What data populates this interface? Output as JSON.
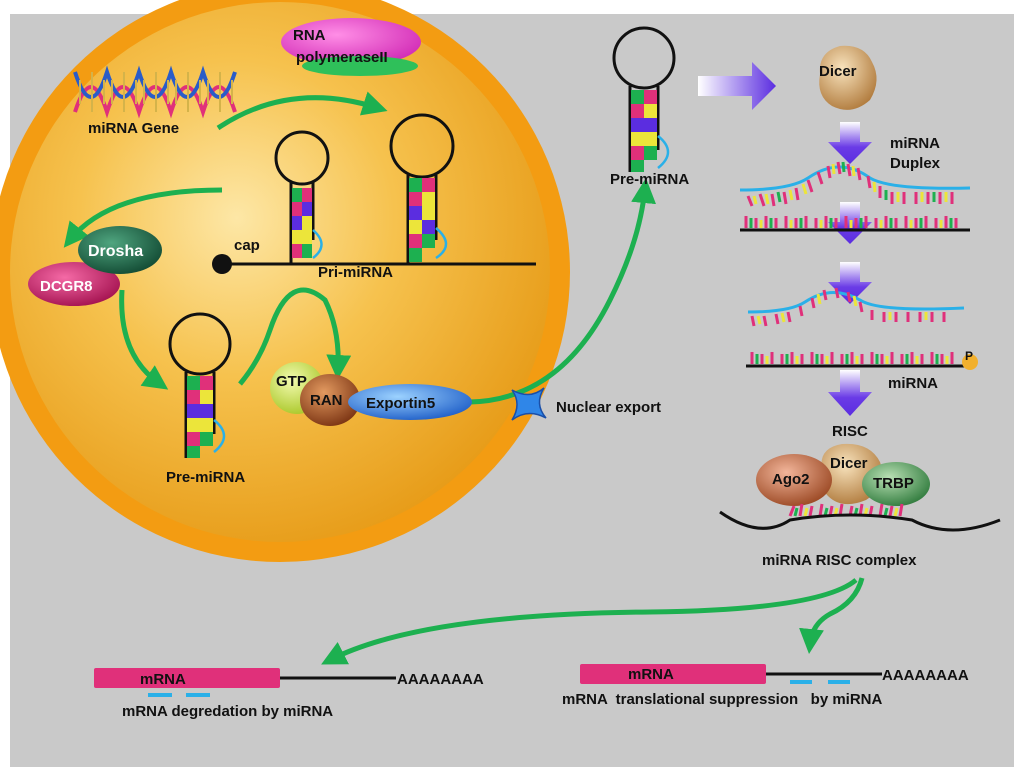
{
  "nucleus": {
    "mirna_gene": "miRNA Gene",
    "rna_polymerase_line1": "RNA",
    "rna_polymerase_line2": "polymeraseII",
    "cap": "cap",
    "pri_mirna": "Pri-miRNA",
    "drosha": "Drosha",
    "dcgr8": "DCGR8",
    "pre_mirna": "Pre-miRNA",
    "gtp": "GTP",
    "ran": "RAN",
    "exportin5": "Exportin5"
  },
  "cytoplasm": {
    "nuclear_export": "Nuclear export",
    "pre_mirna": "Pre-miRNA",
    "dicer": "Dicer",
    "duplex_line1": "miRNA",
    "duplex_line2": "Duplex",
    "mirna": "miRNA",
    "phosphate": "P",
    "risc": "RISC",
    "ago2": "Ago2",
    "dicer2": "Dicer",
    "trbp": "TRBP",
    "risc_complex": "miRNA  RISC  complex"
  },
  "outcomes": {
    "mrna_left": "mRNA",
    "polya_left": "AAAAAAAA",
    "degradation": "mRNA  degredation by miRNA",
    "mrna_right": "mRNA",
    "polya_right": "AAAAAAAA",
    "suppression": "mRNA  translational suppression   by miRNA"
  },
  "colors": {
    "background": "#c9c9c9",
    "nucleus_membrane": "#f39c12",
    "nucleus_inner": "#f2b02d",
    "arrow_green": "#1db050",
    "arrow_purple": "#5b2de0",
    "mrna_pink": "#e0307a",
    "seed_blue": "#2ab0e8",
    "drosha_green": "#1f6b4e",
    "dcgr8_pink": "#d8206f",
    "exportin_blue": "#2f86e8",
    "ran_brown": "#9b4a1e",
    "gtp_yellow": "#d6e84a"
  }
}
